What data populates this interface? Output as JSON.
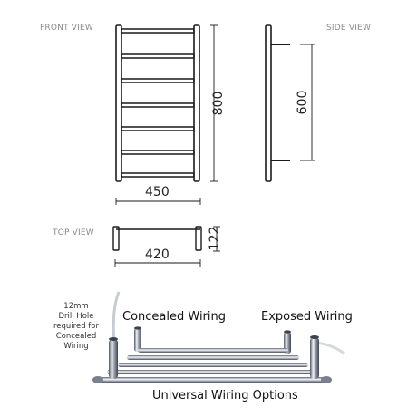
{
  "views": {
    "front": "FRONT VIEW",
    "side": "SIDE VIEW",
    "top": "TOP VIEW"
  },
  "dimensions": {
    "front_width": "450",
    "front_height": "800",
    "side_spacing": "600",
    "top_width": "420",
    "top_depth": "122"
  },
  "photo": {
    "concealed": "Concealed Wiring",
    "exposed": "Exposed Wiring",
    "universal": "Universal Wiring Options",
    "drill_note": [
      "12mm",
      "Drill Hole",
      "required for",
      "Concealed",
      "Wiring"
    ]
  },
  "colors": {
    "line": "#1a1a1a",
    "label": "#8a8a8a",
    "chrome_light": "#e6e9ee",
    "chrome_dark": "#5b6270"
  }
}
